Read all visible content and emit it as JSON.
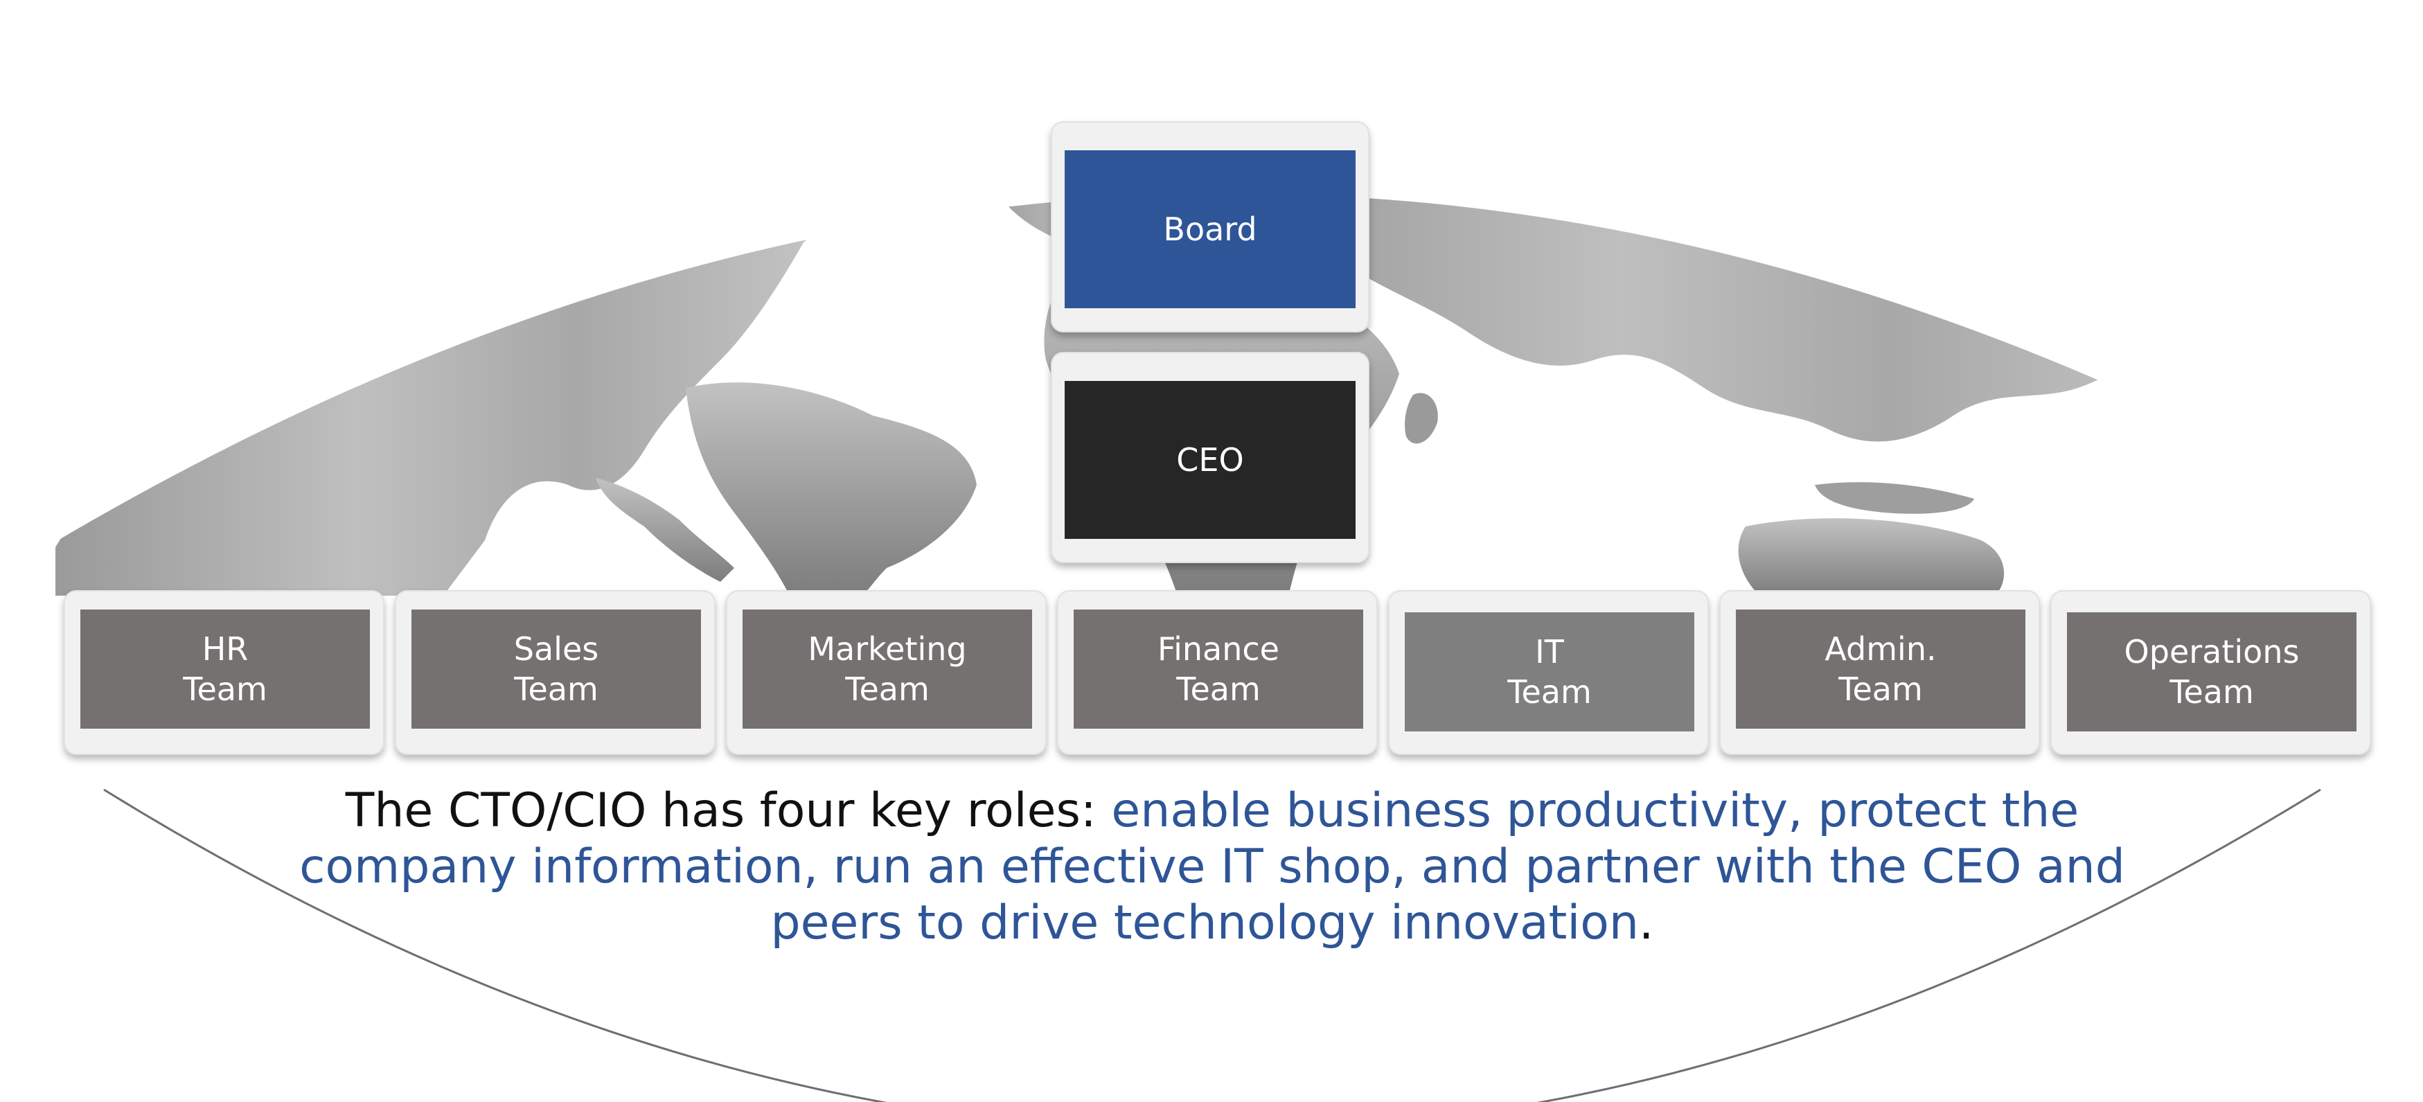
{
  "colors": {
    "board": "#2e5597",
    "ceo": "#262626",
    "team": "#767171",
    "team_it": "#7f7f7f",
    "accent_text": "#2e5597",
    "body_text": "#111111",
    "map_land": "#8c8c8c"
  },
  "board": {
    "label": "Board"
  },
  "ceo": {
    "label": "CEO"
  },
  "teams": [
    {
      "line1": "HR",
      "line2": "Team"
    },
    {
      "line1": "Sales",
      "line2": "Team"
    },
    {
      "line1": "Marketing",
      "line2": "Team"
    },
    {
      "line1": "Finance",
      "line2": "Team"
    },
    {
      "line1": "IT",
      "line2": "Team"
    },
    {
      "line1": "Admin.",
      "line2": "Team"
    },
    {
      "line1": "Operations",
      "line2": "Team"
    }
  ],
  "caption": {
    "lead": "The CTO/CIO has four key roles: ",
    "highlight": "enable business productivity, protect the company information, run an effective IT shop, and partner with the CEO and peers to drive technology innovation",
    "tail": "."
  }
}
